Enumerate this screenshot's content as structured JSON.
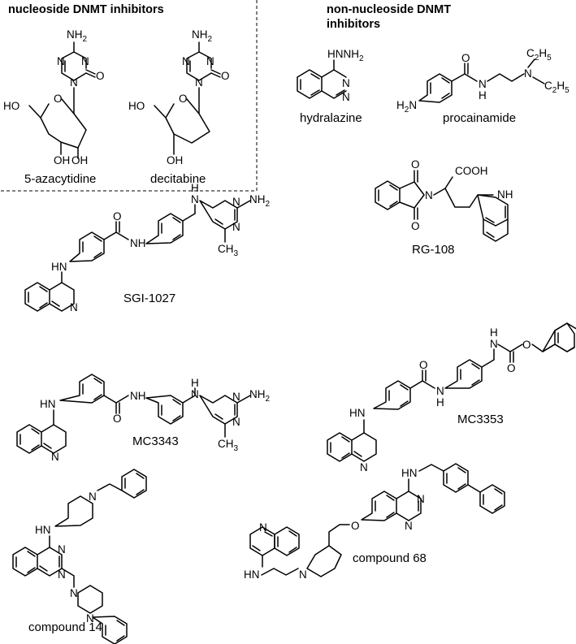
{
  "headers": {
    "nucleoside": "nucleoside DNMT inhibitors",
    "non_nucleoside_line1": "non-nucleoside DNMT",
    "non_nucleoside_line2": "inhibitors"
  },
  "compounds": {
    "azacytidine": "5-azacytidine",
    "decitabine": "decitabine",
    "hydralazine": "hydralazine",
    "procainamide": "procainamide",
    "rg108": "RG-108",
    "sgi1027": "SGI-1027",
    "mc3343": "MC3343",
    "mc3353": "MC3353",
    "compound14": "compound 14",
    "compound68": "compound 68"
  },
  "atoms": {
    "N": "N",
    "O": "O",
    "NH": "NH",
    "HN": "HN",
    "H": "H",
    "NH2": "NH",
    "H2N": "H",
    "two": "2",
    "OH": "OH",
    "HO": "HO",
    "HNNH2": "HNNH",
    "COOH": "COOH",
    "CH3": "CH",
    "three": "3",
    "C2H5": "C",
    "five": "5"
  }
}
